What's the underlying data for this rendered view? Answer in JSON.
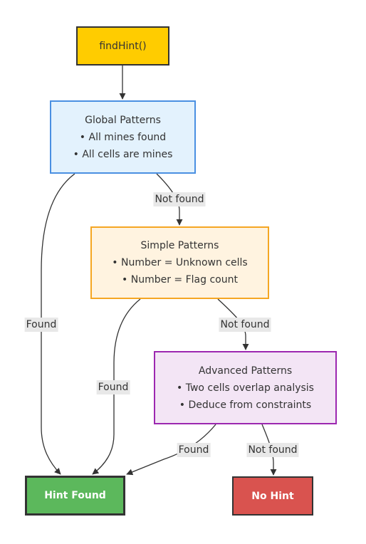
{
  "nodes": {
    "start": {
      "lines": [
        "findHint()"
      ]
    },
    "global": {
      "lines": [
        "Global Patterns",
        "• All mines found",
        "• All cells are mines"
      ]
    },
    "simple": {
      "lines": [
        "Simple Patterns",
        "• Number = Unknown cells",
        "• Number = Flag count"
      ]
    },
    "advanced": {
      "lines": [
        "Advanced Patterns",
        "• Two cells overlap analysis",
        "• Deduce from constraints"
      ]
    },
    "hint_found": {
      "lines": [
        "Hint Found"
      ]
    },
    "no_hint": {
      "lines": [
        "No Hint"
      ]
    }
  },
  "edges": [
    {
      "from": "start",
      "to": "global",
      "label": ""
    },
    {
      "from": "global",
      "to": "simple",
      "label": "Not found"
    },
    {
      "from": "global",
      "to": "hint_found",
      "label": "Found"
    },
    {
      "from": "simple",
      "to": "advanced",
      "label": "Not found"
    },
    {
      "from": "simple",
      "to": "hint_found",
      "label": "Found"
    },
    {
      "from": "advanced",
      "to": "hint_found",
      "label": "Found"
    },
    {
      "from": "advanced",
      "to": "no_hint",
      "label": "Not found"
    }
  ],
  "colors": {
    "start": "#ffcc00",
    "global_fill": "#e3f2fd",
    "global_border": "#4a90e2",
    "simple_fill": "#fff3e0",
    "simple_border": "#f5a623",
    "advanced_fill": "#f3e5f5",
    "advanced_border": "#9c27b0",
    "hint_found": "#5cb85c",
    "no_hint": "#d9534f",
    "edge": "#333333",
    "label_bg": "#e8e8e8"
  }
}
